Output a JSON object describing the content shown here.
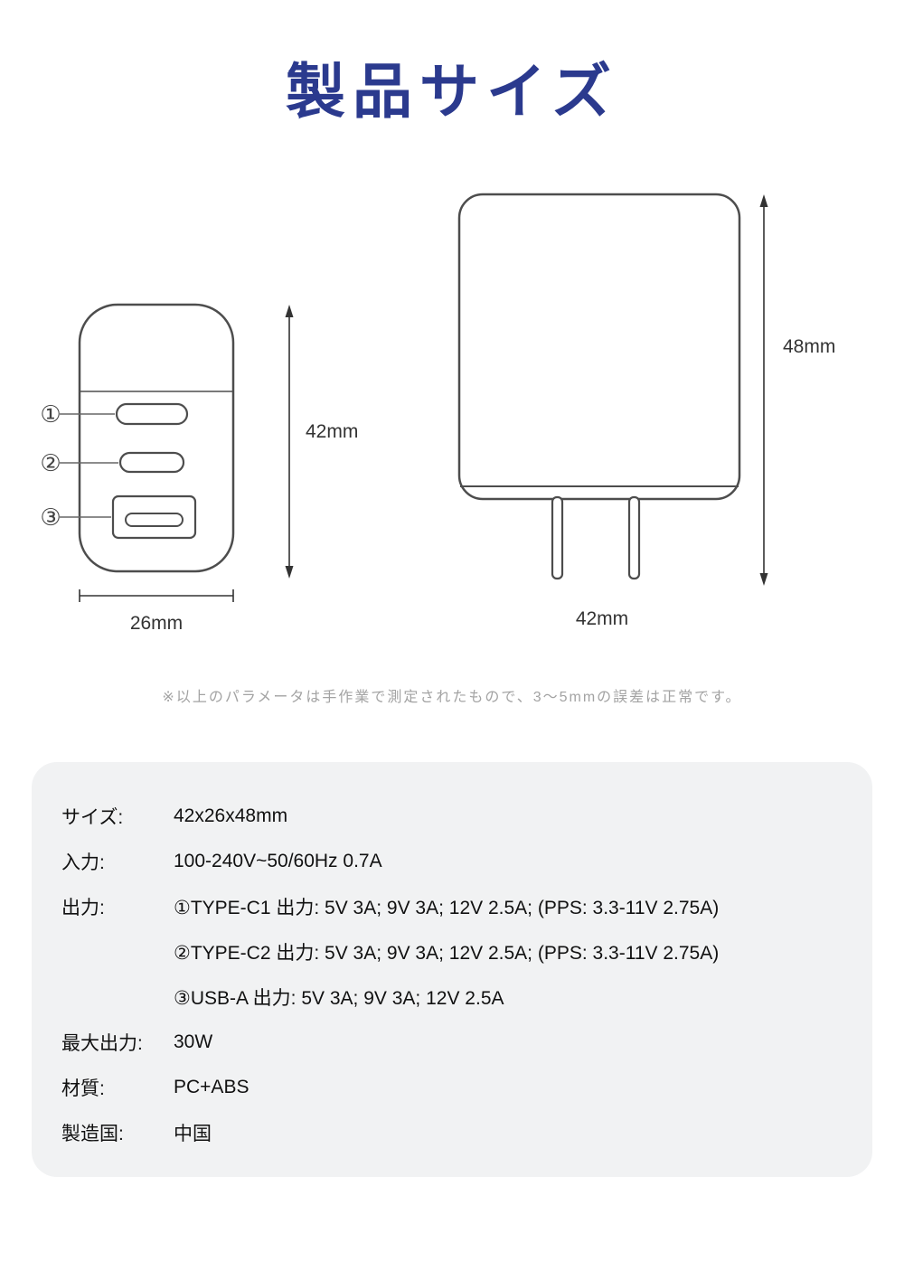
{
  "page": {
    "title": "製品サイズ",
    "note": "※以上のパラメータは手作業で測定されたもので、3〜5mmの誤差は正常です。"
  },
  "colors": {
    "title_accent": "#2b3a8e",
    "drawing_line": "#4d4d4d",
    "panel_background": "#f1f2f3",
    "note_text": "#a3a3a3"
  },
  "diagram": {
    "front": {
      "port_labels": [
        "①",
        "②",
        "③"
      ],
      "height_label": "42mm",
      "width_label": "26mm"
    },
    "side": {
      "height_label": "48mm",
      "width_label": "42mm"
    }
  },
  "specs": {
    "rows": [
      {
        "label": "サイズ:",
        "value": "42x26x48mm"
      },
      {
        "label": "入力:",
        "value": "100-240V~50/60Hz 0.7A"
      },
      {
        "label": "出力:",
        "value": "①TYPE-C1 出力: 5V 3A; 9V 3A; 12V 2.5A; (PPS: 3.3-11V 2.75A)"
      },
      {
        "label": "",
        "value": "②TYPE-C2 出力: 5V 3A; 9V 3A; 12V 2.5A; (PPS: 3.3-11V 2.75A)"
      },
      {
        "label": "",
        "value": "③USB-A 出力: 5V 3A; 9V 3A; 12V 2.5A"
      },
      {
        "label": "最大出力:",
        "value": "30W"
      },
      {
        "label": "材質:",
        "value": "PC+ABS"
      },
      {
        "label": "製造国:",
        "value": "中国"
      }
    ]
  }
}
